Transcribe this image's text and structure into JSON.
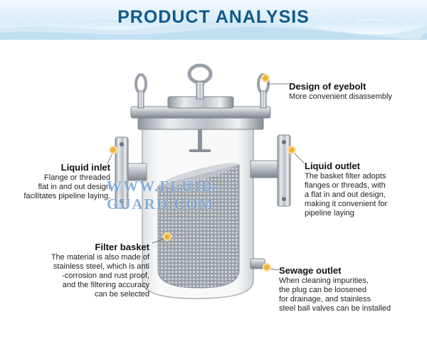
{
  "header": {
    "title": "PRODUCT ANALYSIS"
  },
  "callouts": {
    "eyebolt": {
      "title": "Design of eyebolt",
      "lines": [
        "More convenient disassembly"
      ]
    },
    "inlet": {
      "title": "Liquid inlet",
      "lines": [
        "Flange or threaded",
        "flat in and out design",
        "facilitates pipeline laying."
      ]
    },
    "outlet": {
      "title": "Liquid outlet",
      "lines": [
        "The basket filter adopts",
        "flanges or threads, with",
        "a flat in and out design,",
        "making it convenient for",
        "pipeline laying"
      ]
    },
    "basket": {
      "title": "Filter basket",
      "lines": [
        "The material is also made of",
        "stainless steel, which is anti",
        "-corrosion and rust proof,",
        "and the filtering accuracy",
        "can be selected"
      ]
    },
    "sewage": {
      "title": "Sewage outlet",
      "lines": [
        "When cleaning impurities,",
        "the plug can be loosened",
        "for drainage, and stainless",
        "steel ball valves can be installed"
      ]
    }
  },
  "watermark": {
    "text": "WWW.FLUID-GUARD.COM"
  },
  "colors": {
    "title": "#0e5a8e",
    "marker": "#f2b33c",
    "steel": "#c9ced3"
  }
}
